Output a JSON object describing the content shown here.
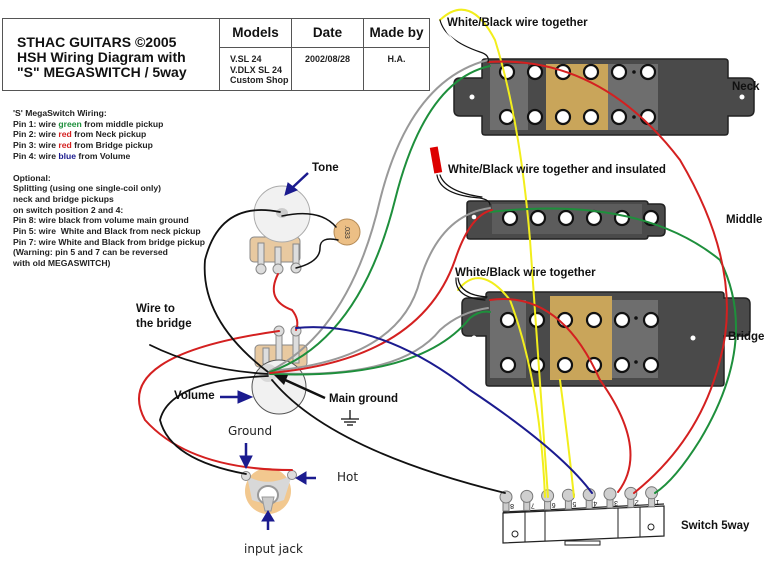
{
  "title_block": {
    "company": "STHAC GUITARS ©2005",
    "line2": "HSH Wiring Diagram with",
    "line3": "\"S\" MEGASWITCH / 5way",
    "models_header": "Models",
    "models": [
      "V.SL 24",
      "V.DLX SL 24",
      "Custom Shop"
    ],
    "date_header": "Date",
    "date": "2002/08/28",
    "madeby_header": "Made by",
    "madeby": "H.A."
  },
  "notes": {
    "heading": "'S' MegaSwitch Wiring:",
    "pins": [
      {
        "prefix": "Pin 1: wire ",
        "color_word": "green",
        "suffix": " from middle pickup",
        "color": "#1e8f3c"
      },
      {
        "prefix": "Pin 2: wire ",
        "color_word": "red",
        "suffix": " from Neck pickup",
        "color": "#d42020"
      },
      {
        "prefix": "Pin 3: wire ",
        "color_word": "red",
        "suffix": " from Bridge pickup",
        "color": "#d42020"
      },
      {
        "prefix": "Pin 4: wire ",
        "color_word": "blue",
        "suffix": " from Volume",
        "color": "#1b1b8f"
      }
    ],
    "optional": [
      "Optional:",
      "Splitting (using one single-coil only)",
      "neck and bridge pickups",
      "on switch position 2 and 4:",
      "Pin 8: wire black from volume main ground",
      "Pin 5: wire  White and Black from neck pickup",
      "Pin 7: wire White and Black from bridge pickup",
      "(Warning: pin 5 and 7 can be reversed",
      "with old MEGASWITCH)"
    ]
  },
  "labels": {
    "neck_note": "White/Black wire together",
    "middle_note": "White/Black wire together and insulated",
    "bridge_note": "White/Black wire together",
    "neck": "Neck",
    "middle": "Middle",
    "bridge": "Bridge",
    "tone": "Tone",
    "capacitor": ".033",
    "wire_to_bridge_1": "Wire to",
    "wire_to_bridge_2": "the bridge",
    "volume": "Volume",
    "main_ground": "Main ground",
    "ground": "Ground",
    "hot": "Hot",
    "input_jack": "input jack",
    "switch": "Switch 5way",
    "switch_pins": [
      "8",
      "7",
      "6",
      "5",
      "4",
      "3",
      "2",
      "1"
    ]
  },
  "colors": {
    "red": "#d42020",
    "green": "#1e8f3c",
    "blue": "#1b1b8f",
    "yellow": "#f2ee1c",
    "gray": "#999999",
    "black": "#111111",
    "pickup_body": "#4a4a4a",
    "pickup_cover": "#c9a55a",
    "pot_base": "#e8c9a0"
  }
}
